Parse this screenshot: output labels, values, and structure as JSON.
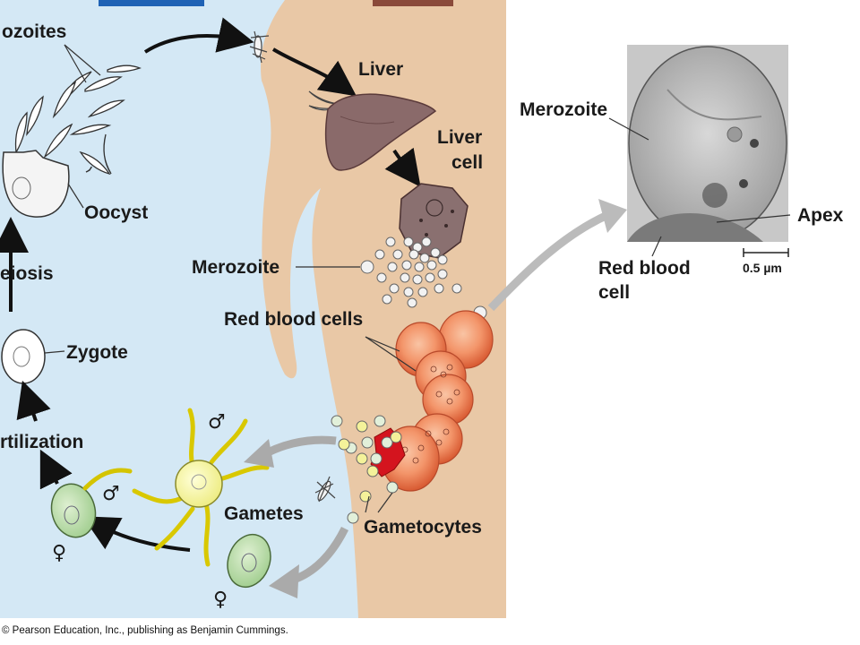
{
  "labels": {
    "sporozoites": "ozoites",
    "oocyst": "Oocyst",
    "meiosis": "eiosis",
    "zygote": "Zygote",
    "fertilization": "rtilization",
    "gametes": "Gametes",
    "gametocytes": "Gametocytes",
    "liver": "Liver",
    "liver_cell": [
      "Liver",
      "cell"
    ],
    "merozoite_left": "Merozoite",
    "red_blood_cells": "Red blood cells",
    "merozoite_micro": "Merozoite",
    "apex": "Apex",
    "red_blood_cell_micro": [
      "Red blood",
      "cell"
    ],
    "scale_bar": "0.5 µm"
  },
  "symbols": {
    "male": "♂",
    "female": "♀"
  },
  "copyright": "© Pearson Education, Inc., publishing as Benjamin Cummings.",
  "colors": {
    "mosquito_panel": "#d4e8f5",
    "human_skin": "#e9c8a6",
    "top_bar_blue": "#1f62b5",
    "top_bar_brown": "#8a4a3a",
    "liver": "#8a6a6a",
    "rbc": "#f08a5a",
    "gametocyte_yellow": "#f4f29a",
    "female_gamete": "#b9dba8",
    "micrograph": "#c8c8c8"
  }
}
